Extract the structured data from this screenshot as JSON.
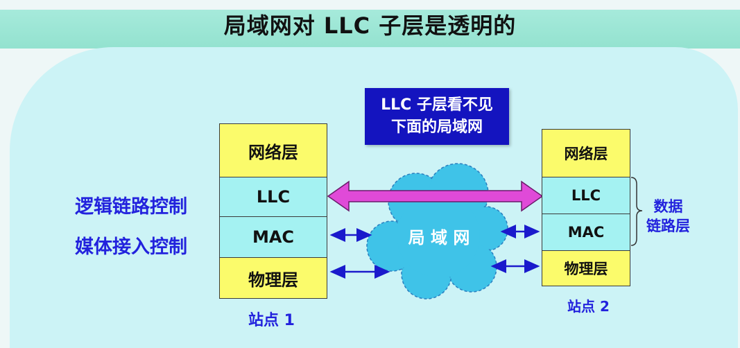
{
  "title": "局域网对 LLC 子层是透明的",
  "callout": {
    "line1": "LLC 子层看不见",
    "line2": "下面的局域网"
  },
  "cloud_label": "局 域 网",
  "station1": {
    "label": "站点 1",
    "layers": [
      "网络层",
      "LLC",
      "MAC",
      "物理层"
    ]
  },
  "station2": {
    "label": "站点 2",
    "layers": [
      "网络层",
      "LLC",
      "MAC",
      "物理层"
    ]
  },
  "left_labels": {
    "llc": "逻辑链路控制",
    "mac": "媒体接入控制"
  },
  "right_label": {
    "line1": "数据",
    "line2": "链路层"
  },
  "colors": {
    "layer_yellow": "#fbfb6b",
    "layer_cyan": "#a4f2f2",
    "arrow_magenta": "#e04ad8",
    "label_blue": "#2222dd",
    "callout_bg": "#1414bf",
    "cloud": "#3fc3e8"
  }
}
